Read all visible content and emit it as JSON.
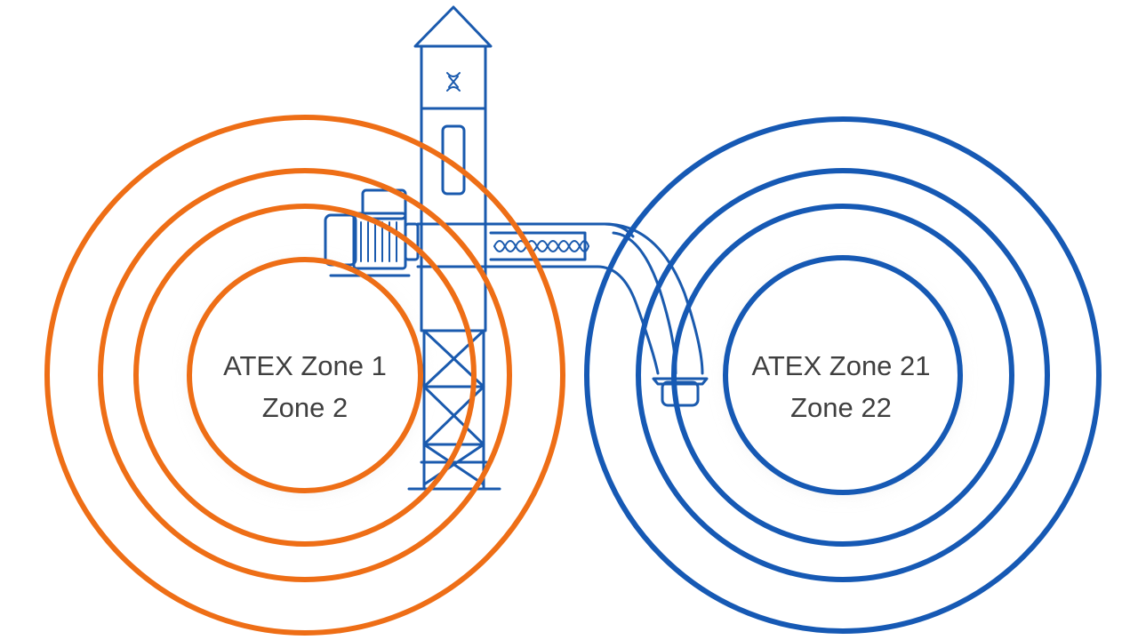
{
  "colors": {
    "background": "#ffffff",
    "orange_zone": "#EE6E16",
    "blue_zone": "#1659B4",
    "equipment": "#1A5AAE",
    "label_text": "#3F3F3F",
    "inner_glow": "#E6E6E6"
  },
  "zones": {
    "gas": {
      "line1": "ATEX Zone 1",
      "line2": "Zone 2"
    },
    "dust": {
      "line1": "ATEX Zone 21",
      "line2": "Zone 22"
    }
  },
  "equipment": {
    "type": "bucket-elevator-with-screw-conveyor",
    "icons": [
      "elevator-tower-icon",
      "motor-icon",
      "screw-conveyor-icon",
      "discharge-chute-icon"
    ]
  }
}
